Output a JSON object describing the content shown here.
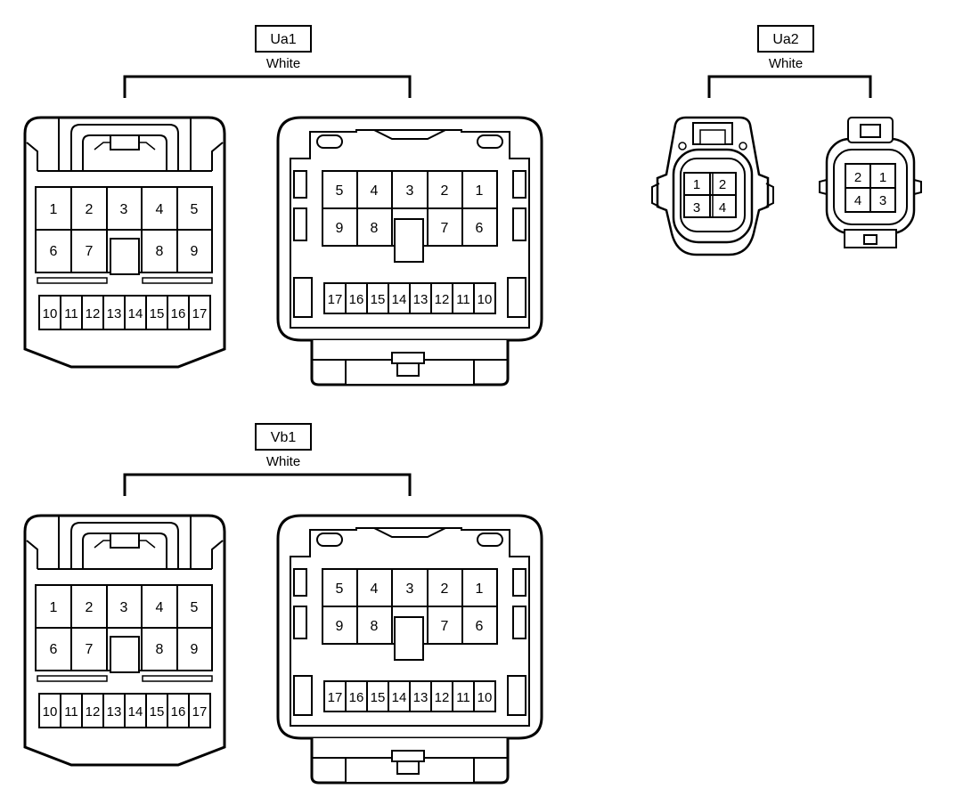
{
  "connectors": [
    {
      "id": "Ua1",
      "color": "White",
      "female": {
        "top_row": [
          "1",
          "2",
          "3",
          "4",
          "5"
        ],
        "mid_row": [
          "6",
          "7",
          "",
          "8",
          "9"
        ],
        "bottom_row": [
          "10",
          "11",
          "12",
          "13",
          "14",
          "15",
          "16",
          "17"
        ]
      },
      "male": {
        "top_row": [
          "5",
          "4",
          "3",
          "2",
          "1"
        ],
        "mid_row": [
          "9",
          "8",
          "",
          "7",
          "6"
        ],
        "bottom_row": [
          "17",
          "16",
          "15",
          "14",
          "13",
          "12",
          "11",
          "10"
        ]
      }
    },
    {
      "id": "Vb1",
      "color": "White",
      "female": {
        "top_row": [
          "1",
          "2",
          "3",
          "4",
          "5"
        ],
        "mid_row": [
          "6",
          "7",
          "",
          "8",
          "9"
        ],
        "bottom_row": [
          "10",
          "11",
          "12",
          "13",
          "14",
          "15",
          "16",
          "17"
        ]
      },
      "male": {
        "top_row": [
          "5",
          "4",
          "3",
          "2",
          "1"
        ],
        "mid_row": [
          "9",
          "8",
          "",
          "7",
          "6"
        ],
        "bottom_row": [
          "17",
          "16",
          "15",
          "14",
          "13",
          "12",
          "11",
          "10"
        ]
      }
    },
    {
      "id": "Ua2",
      "color": "White",
      "female": {
        "pins": [
          "1",
          "2",
          "3",
          "4"
        ]
      },
      "male": {
        "pins": [
          "2",
          "1",
          "4",
          "3"
        ]
      }
    }
  ]
}
